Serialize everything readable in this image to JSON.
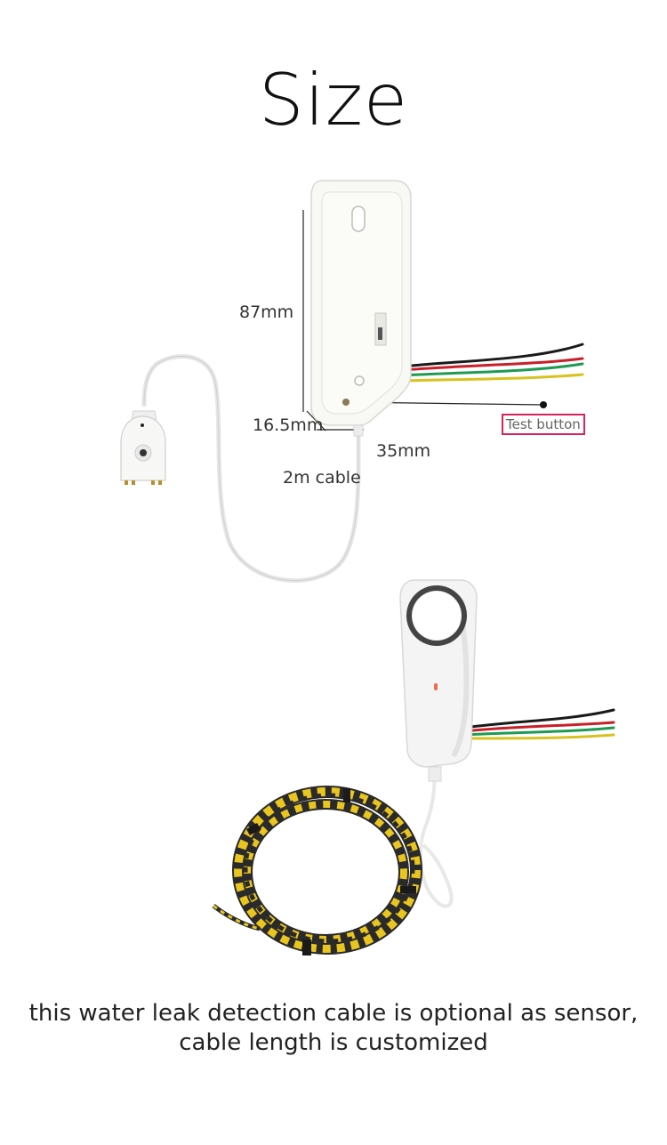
{
  "title": "Size",
  "dimensions": {
    "height": "87mm",
    "thickness": "16.5mm",
    "width": "35mm",
    "cable": "2m cable"
  },
  "callout": {
    "test_button": "Test button",
    "highlight_color": "#d6245b"
  },
  "caption": {
    "line1": "this water leak detection cable is optional as sensor,",
    "line2": "cable length is customized"
  },
  "wire_colors": [
    "#1a1a1a",
    "#c8202a",
    "#1f9a52",
    "#d7c21f"
  ],
  "icons": [
    "sensor-probe-icon",
    "detector-back-icon",
    "alarm-unit-icon",
    "sensing-cable-coil-icon"
  ]
}
